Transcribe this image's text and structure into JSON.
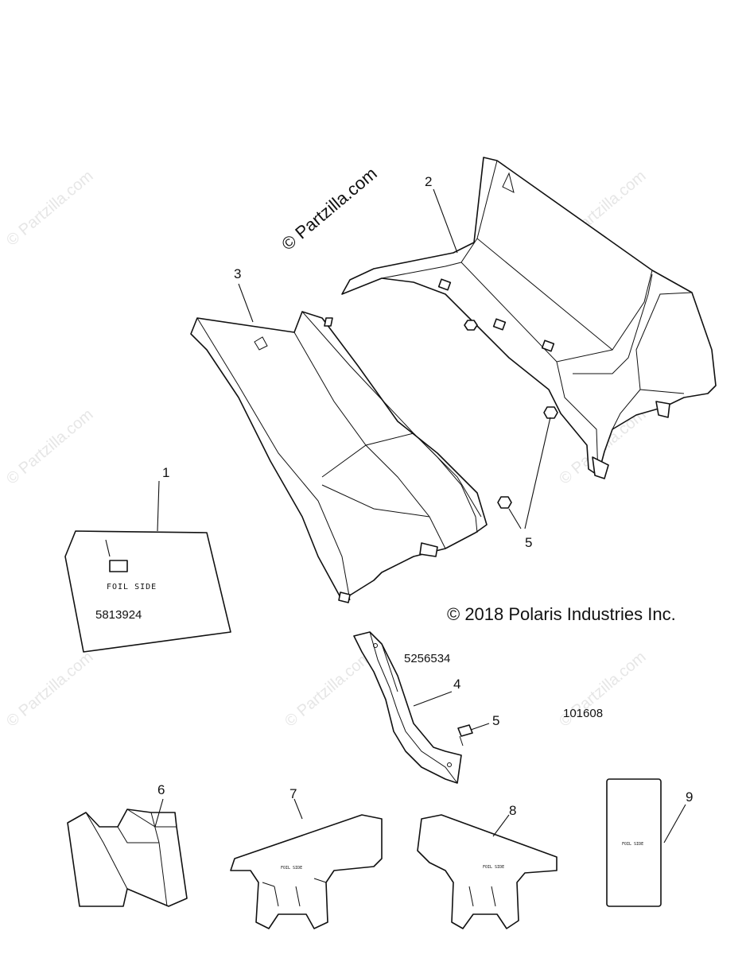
{
  "watermark": {
    "brand": "© Partzilla.com",
    "prominent": "© Partzilla.com"
  },
  "copyright": "© 2018 Polaris Industries Inc.",
  "diagram_id": "101608",
  "callouts": {
    "c1": "1",
    "c2": "2",
    "c3": "3",
    "c4": "4",
    "c5a": "5",
    "c5b": "5",
    "c6": "6",
    "c7": "7",
    "c8": "8",
    "c9": "9"
  },
  "part_numbers": {
    "insulation_pad": "5813924",
    "bracket": "5256534"
  },
  "labels": {
    "foil_side": "FOIL SIDE",
    "foil_side_small_7": "FOIL SIDE",
    "foil_side_small_8": "FOIL SIDE",
    "foil_side_small_9": "FOIL SIDE"
  }
}
